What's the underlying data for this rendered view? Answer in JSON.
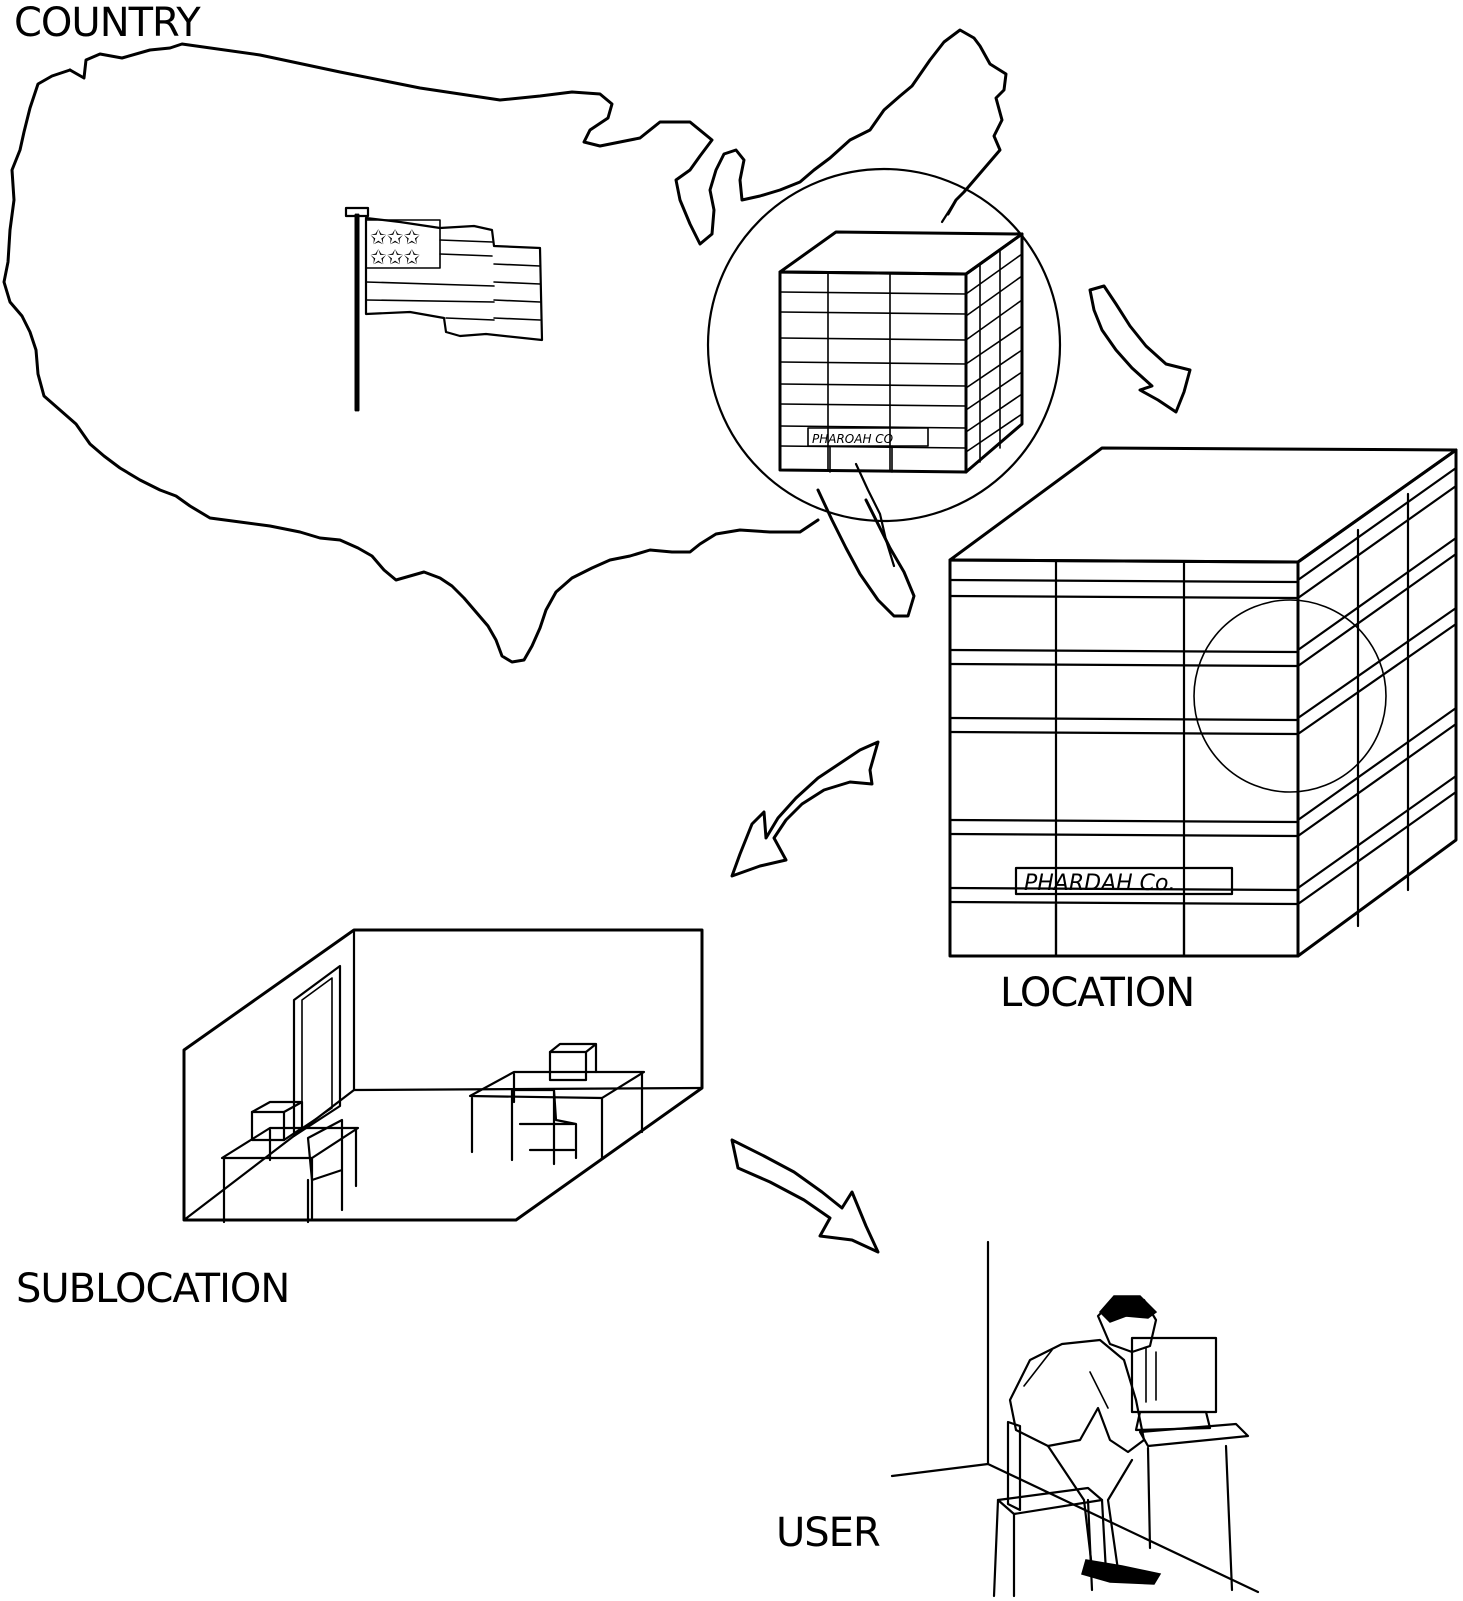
{
  "labels": {
    "country": "COUNTRY",
    "location": "LOCATION",
    "sublocation": "SUBLOCATION",
    "user": "USER"
  },
  "signs": {
    "small_building": "PHAROAH CO",
    "large_building": "PHARDAH Co."
  },
  "icons": {
    "flag": "us-flag-icon",
    "map": "usa-map",
    "building": "office-building",
    "room": "office-room",
    "person": "person-at-computer"
  },
  "colors": {
    "ink": "#000000",
    "paper": "#ffffff"
  }
}
